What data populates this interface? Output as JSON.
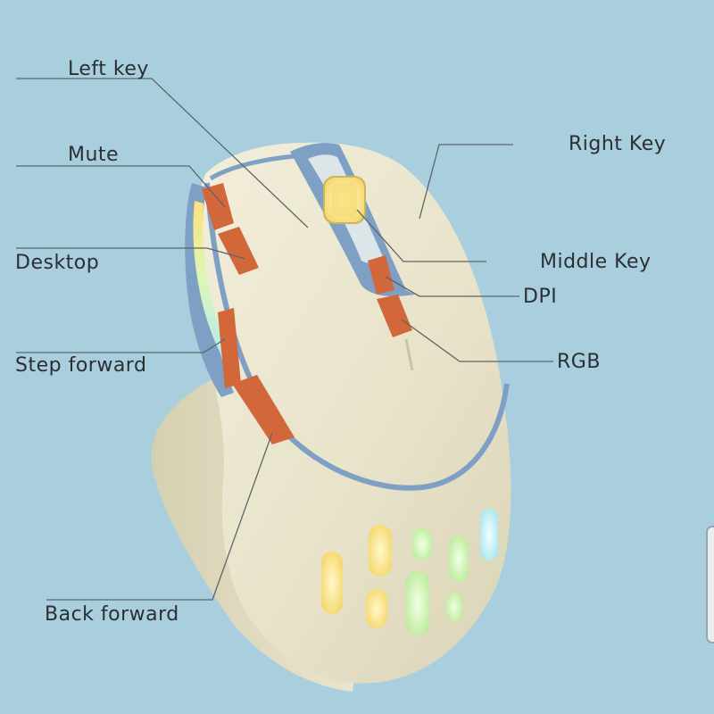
{
  "labels": {
    "left_key": "Left key",
    "mute": "Mute",
    "desktop": "Desktop",
    "step_forward": "Step forward",
    "back_forward": "Back forward",
    "right_key": "Right Key",
    "middle_key": "Middle Key",
    "dpi": "DPI",
    "rgb": "RGB"
  },
  "colors": {
    "background": "#a9cfdf",
    "shell": "#ebe6cf",
    "trim": "#7ea0c4",
    "buttons": "#d2673a",
    "label_text": "#2b2f33",
    "leader_lines": "#5f6468"
  }
}
